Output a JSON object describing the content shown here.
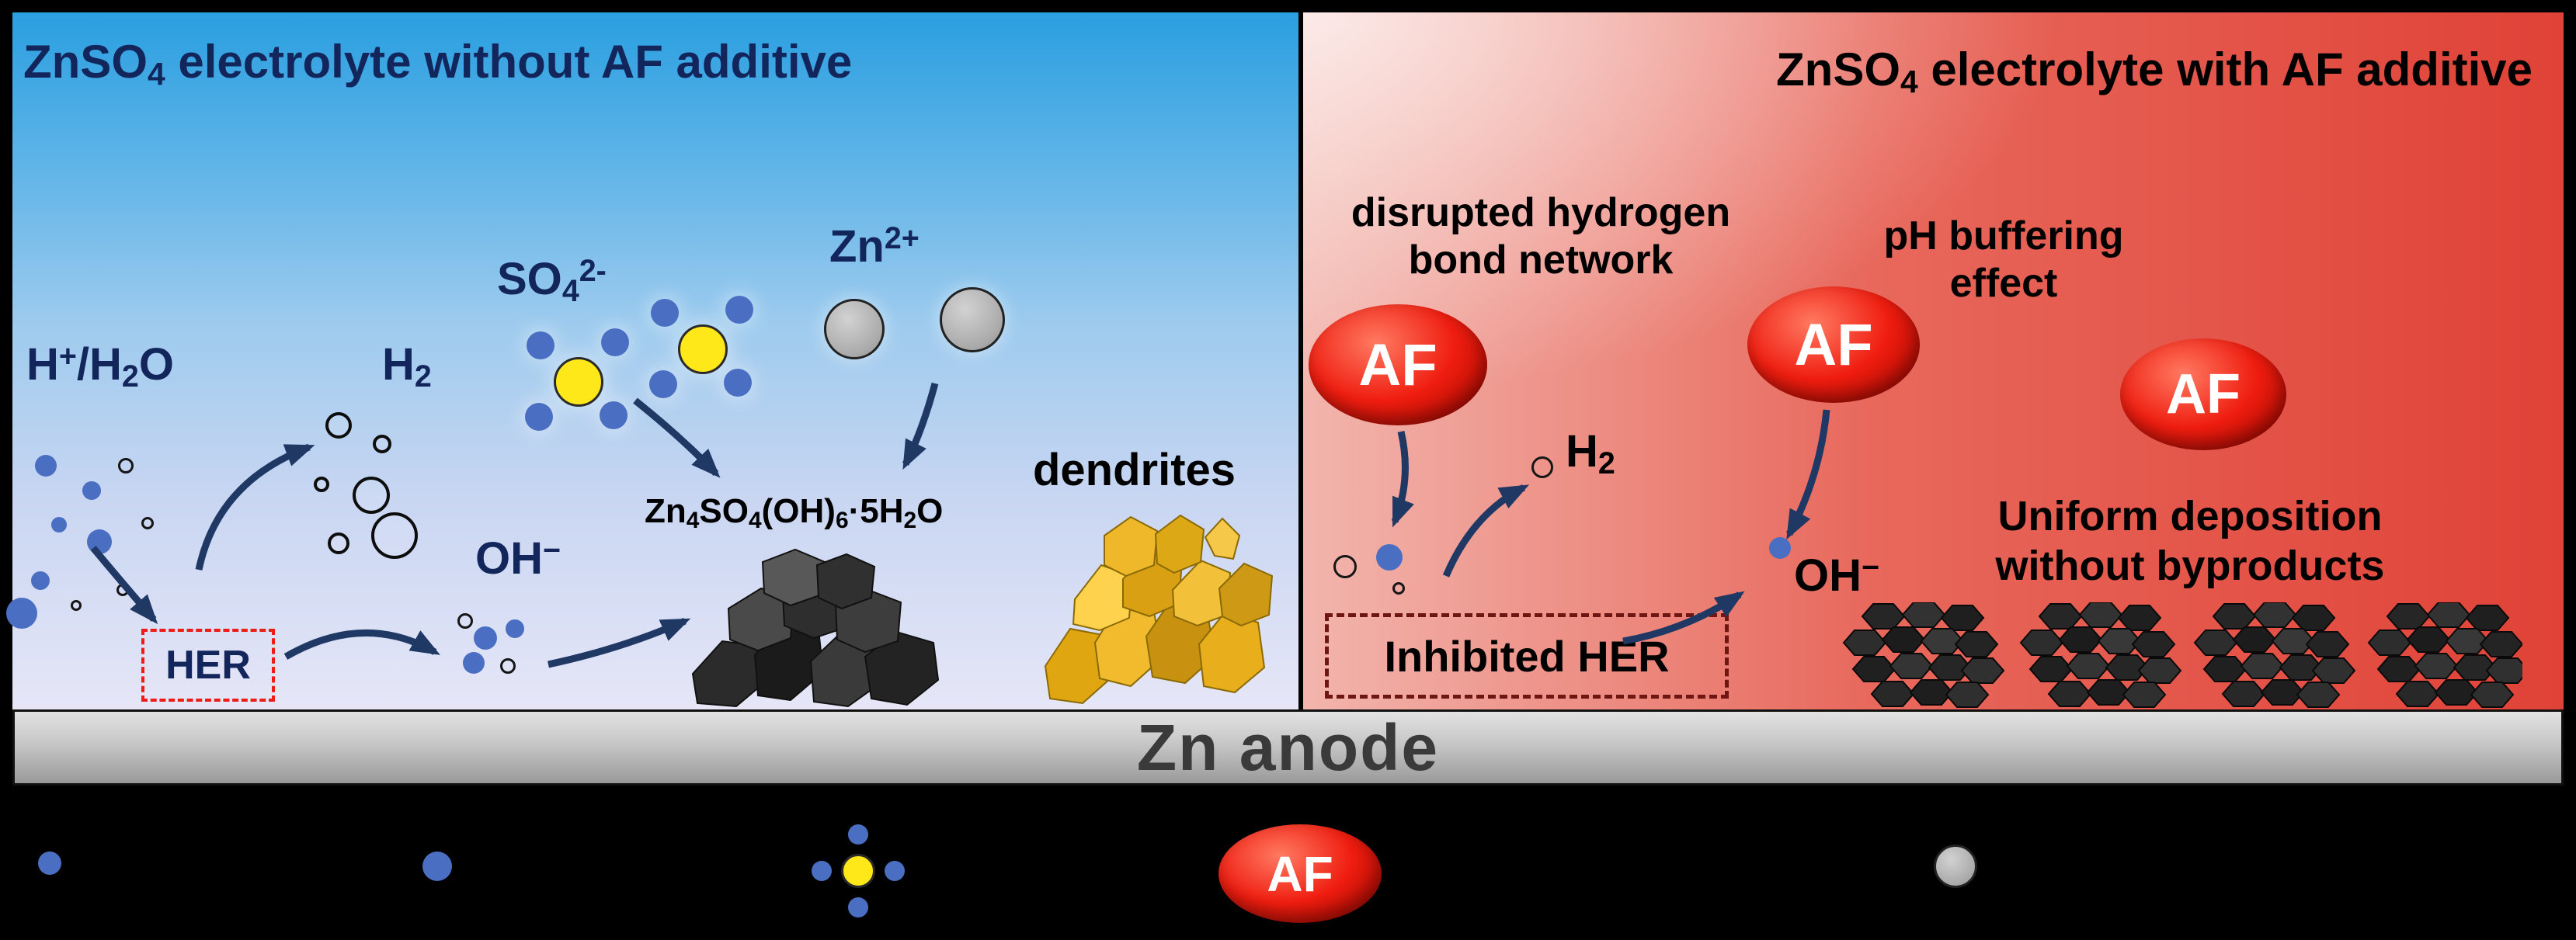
{
  "palette": {
    "arrow_navy": "#1f3864",
    "label_navy": "#13265c",
    "blue_dot": "#4a6fc2",
    "so4_yellow": "#ffe81a",
    "af_red": "#ef1d10",
    "her_dash_red": "#ed1c16",
    "dendrite_gold": "#e8ae1c",
    "byproduct_dark": "#2b2b2b",
    "anode_gray": "#c6c6c6"
  },
  "left": {
    "title": [
      {
        "t": "text",
        "v": "ZnSO"
      },
      {
        "t": "sub",
        "v": "4"
      },
      {
        "t": "text",
        "v": " electrolyte without AF additive"
      }
    ],
    "h_h2o": [
      {
        "t": "text",
        "v": "H"
      },
      {
        "t": "sup",
        "v": "+"
      },
      {
        "t": "text",
        "v": "/H"
      },
      {
        "t": "sub",
        "v": "2"
      },
      {
        "t": "text",
        "v": "O"
      }
    ],
    "h2": [
      {
        "t": "text",
        "v": "H"
      },
      {
        "t": "sub",
        "v": "2"
      }
    ],
    "so4": [
      {
        "t": "text",
        "v": "SO"
      },
      {
        "t": "sub",
        "v": "4"
      },
      {
        "t": "sup",
        "v": "2-"
      }
    ],
    "zn": [
      {
        "t": "text",
        "v": "Zn"
      },
      {
        "t": "sup",
        "v": "2+"
      }
    ],
    "her": "HER",
    "oh": [
      {
        "t": "text",
        "v": "OH"
      },
      {
        "t": "sup",
        "v": "−"
      }
    ],
    "formula": [
      {
        "t": "text",
        "v": "Zn"
      },
      {
        "t": "sub",
        "v": "4"
      },
      {
        "t": "text",
        "v": "SO"
      },
      {
        "t": "sub",
        "v": "4"
      },
      {
        "t": "text",
        "v": "(OH)"
      },
      {
        "t": "sub",
        "v": "6"
      },
      {
        "t": "text",
        "v": "·5H"
      },
      {
        "t": "sub",
        "v": "2"
      },
      {
        "t": "text",
        "v": "O"
      }
    ],
    "dendrites": "dendrites"
  },
  "right": {
    "title": [
      {
        "t": "text",
        "v": "ZnSO"
      },
      {
        "t": "sub",
        "v": "4"
      },
      {
        "t": "text",
        "v": " electrolyte with AF additive"
      }
    ],
    "disrupted": {
      "line1": "disrupted hydrogen",
      "line2": "bond network"
    },
    "ph": {
      "line1": "pH buffering",
      "line2": "effect"
    },
    "af": "AF",
    "h2": [
      {
        "t": "text",
        "v": "H"
      },
      {
        "t": "sub",
        "v": "2"
      }
    ],
    "oh": [
      {
        "t": "text",
        "v": "OH"
      },
      {
        "t": "sup",
        "v": "−"
      }
    ],
    "inhibited_her": "Inhibited HER",
    "uniform": {
      "line1": "Uniform deposition",
      "line2": "without byproducts"
    }
  },
  "anode": {
    "label": "Zn anode"
  },
  "legend": {
    "af": "AF"
  }
}
